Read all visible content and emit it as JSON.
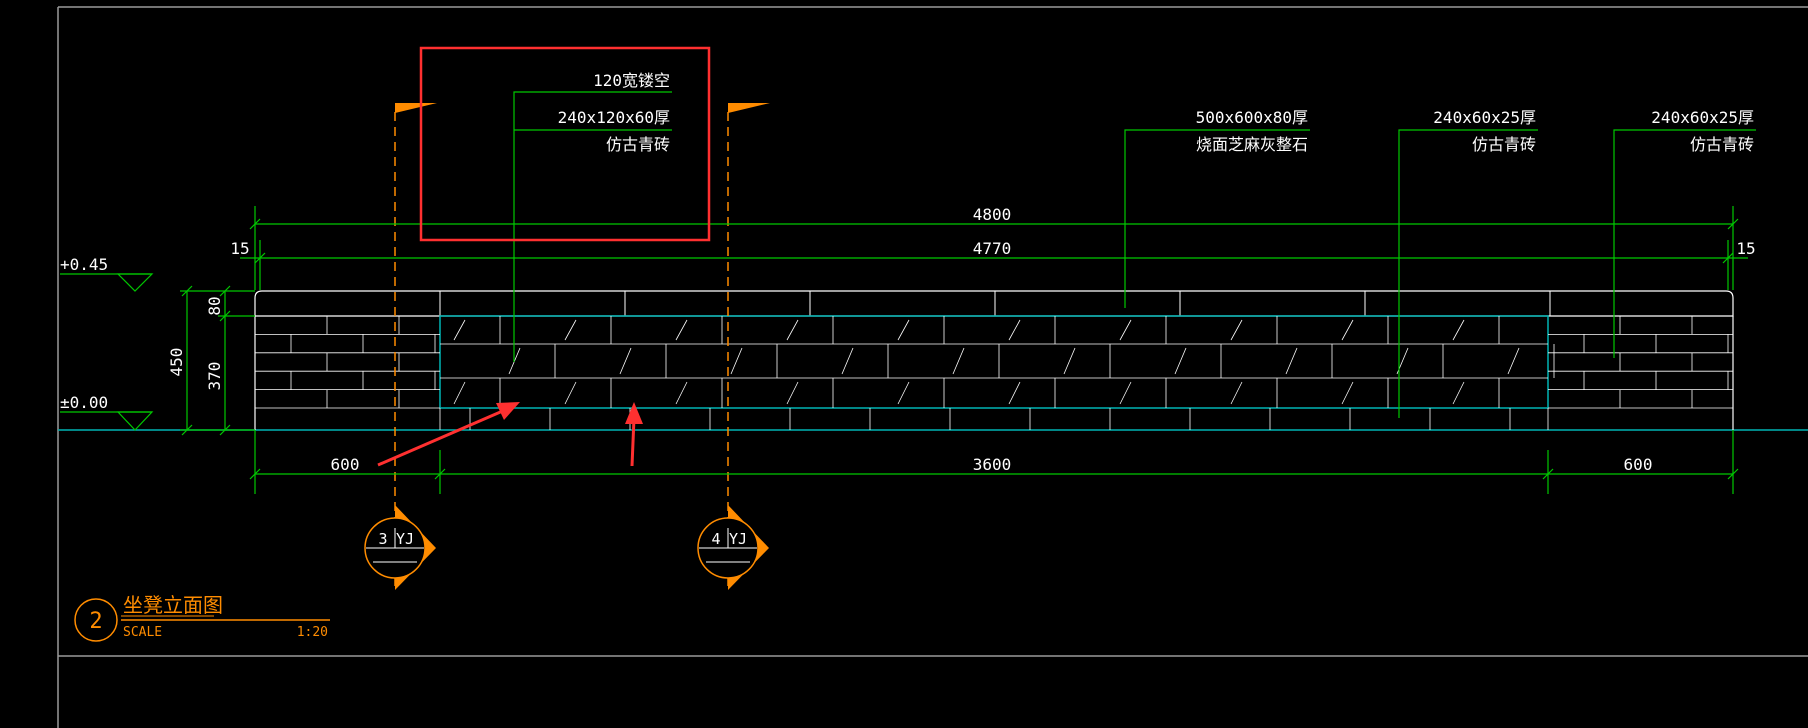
{
  "colors": {
    "background": "#000000",
    "green": "#00c800",
    "orange": "#ff8c00",
    "cyan": "#00b4b4",
    "white": "#ffffff",
    "gray": "#9a9a9a",
    "red": "#ff3030"
  },
  "dimensions": {
    "total": "4800",
    "inner": "4770",
    "edge_left": "15",
    "edge_right": "15",
    "height_total": "450",
    "height_top": "80",
    "height_bottom": "370",
    "segment_left": "600",
    "segment_mid": "3600",
    "segment_right": "600"
  },
  "levels": {
    "top": "+0.45",
    "ground": "±0.00"
  },
  "callouts": [
    {
      "line1": "120宽镂空",
      "line2": "240x120x60厚",
      "line3": "仿古青砖"
    },
    {
      "line1": "500x600x80厚",
      "line2": "烧面芝麻灰整石"
    },
    {
      "line1": "240x60x25厚",
      "line2": "仿古青砖"
    },
    {
      "line1": "240x60x25厚",
      "line2": "仿古青砖"
    }
  ],
  "sections": [
    {
      "number": "3",
      "sheet": "YJ"
    },
    {
      "number": "4",
      "sheet": "YJ"
    }
  ],
  "title_block": {
    "number": "2",
    "title": "坐凳立面图",
    "scale_label": "SCALE",
    "scale_value": "1:20"
  }
}
